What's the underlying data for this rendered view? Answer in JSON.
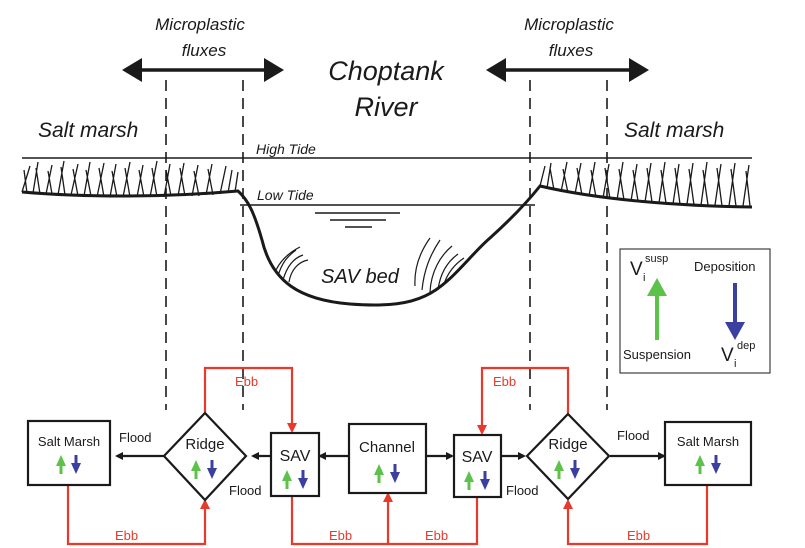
{
  "top_labels": {
    "microplastic_left": [
      "Microplastic",
      "fluxes"
    ],
    "microplastic_right": [
      "Microplastic",
      "fluxes"
    ],
    "river": [
      "Choptank",
      "River"
    ],
    "salt_marsh_left": "Salt marsh",
    "salt_marsh_right": "Salt marsh",
    "high_tide": "High Tide",
    "low_tide": "Low Tide",
    "sav_bed": "SAV bed"
  },
  "legend": {
    "v_symbol": "V",
    "susp_sub": "i",
    "susp_sup": "susp",
    "dep_sub": "i",
    "dep_sup": "dep",
    "suspension": "Suspension",
    "deposition": "Deposition"
  },
  "nodes": {
    "salt_marsh_left": "Salt Marsh",
    "ridge_left": "Ridge",
    "sav_left": "SAV",
    "channel": "Channel",
    "sav_right": "SAV",
    "ridge_right": "Ridge",
    "salt_marsh_right": "Salt Marsh"
  },
  "flows": {
    "flood_left_top": "Flood",
    "flood_left_bottom": "Flood",
    "flood_right_bottom": "Flood",
    "flood_right_top": "Flood",
    "ebb_top_left": "Ebb",
    "ebb_top_right": "Ebb",
    "ebb_bottom_1": "Ebb",
    "ebb_bottom_2": "Ebb",
    "ebb_bottom_3": "Ebb",
    "ebb_bottom_4": "Ebb"
  },
  "colors": {
    "suspension_arrow": "#5cc24a",
    "deposition_arrow": "#3b3fa0",
    "ebb_flow": "#e8392b",
    "outline": "#1a1a1a"
  }
}
